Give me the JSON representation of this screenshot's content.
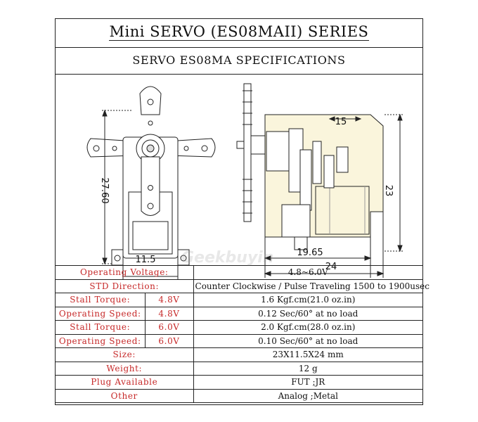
{
  "header": {
    "title": "Mini SERVO (ES08MAII) SERIES",
    "subtitle": "SERVO ES08MA  SPECIFICATIONS"
  },
  "drawing": {
    "dims": {
      "height_left": "27.60",
      "width_front": "11.5",
      "shaft_offset": "15",
      "height_side": "23",
      "body_length": "19.65",
      "total_length": "24"
    }
  },
  "watermark": "Geekbuyin",
  "specs": {
    "rows": [
      {
        "label": "Operating Voltage:",
        "sub": "",
        "value": "4.8~6.0V"
      },
      {
        "label": "STD  Direction:",
        "sub": "",
        "value": "Counter Clockwise / Pulse Traveling 1500 to 1900usec"
      },
      {
        "label": "Stall  Torque:",
        "sub": "4.8V",
        "value": "1.6 Kgf.cm(21.0 oz.in)"
      },
      {
        "label": "Operating Speed:",
        "sub": "4.8V",
        "value": "0.12 Sec/60° at no load"
      },
      {
        "label": "Stall  Torque:",
        "sub": "6.0V",
        "value": "2.0 Kgf.cm(28.0 oz.in)"
      },
      {
        "label": "Operating Speed:",
        "sub": "6.0V",
        "value": "0.10 Sec/60° at no load"
      },
      {
        "label": "Size:",
        "sub": "",
        "value": "23X11.5X24 mm"
      },
      {
        "label": "Weight:",
        "sub": "",
        "value": "12 g"
      },
      {
        "label": "Plug  Available",
        "sub": "",
        "value": "FUT ;JR"
      },
      {
        "label": "Other",
        "sub": "",
        "value": "Analog ;Metal"
      }
    ]
  },
  "colors": {
    "label_red": "#c62828",
    "body_fill": "#faf5dc",
    "line": "#222222"
  }
}
